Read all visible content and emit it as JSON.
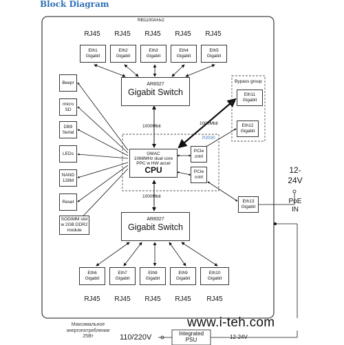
{
  "title": "Block Diagram",
  "board": "RB1100AHx2",
  "top_ports": [
    {
      "connector": "RJ45",
      "name": "Eth1",
      "speed": "Gigabit"
    },
    {
      "connector": "RJ45",
      "name": "Eth2",
      "speed": "Gigabit"
    },
    {
      "connector": "RJ45",
      "name": "Eth3",
      "speed": "Gigabit"
    },
    {
      "connector": "RJ45",
      "name": "Eth4",
      "speed": "Gigabit"
    },
    {
      "connector": "RJ45",
      "name": "Eth5",
      "speed": "Gigabit"
    }
  ],
  "bottom_ports": [
    {
      "connector": "RJ45",
      "name": "Eth6",
      "speed": "Gigabit"
    },
    {
      "connector": "RJ45",
      "name": "Eth7",
      "speed": "Gigabit"
    },
    {
      "connector": "RJ45",
      "name": "Eth8",
      "speed": "Gigabit"
    },
    {
      "connector": "RJ45",
      "name": "Eth9",
      "speed": "Gigabit"
    },
    {
      "connector": "RJ45",
      "name": "Eth10",
      "speed": "Gigabit"
    }
  ],
  "top_switch": {
    "chip": "AR8327",
    "name": "Gigabit Switch"
  },
  "bottom_switch": {
    "chip": "AR8327",
    "name": "Gigabit Switch"
  },
  "links": {
    "top_to_cpu": "1000Mbit",
    "cpu_to_bottom": "1000Mbit",
    "cpu_to_eth11": "1000Mbit"
  },
  "cpu_group": "P2020",
  "cpu": {
    "line1": "GMAC",
    "line2": "1066MHz dual core",
    "line3": "PPC w HW accel",
    "name": "CPU"
  },
  "pcie": [
    {
      "line1": "PCIe",
      "line2": "cntrl"
    },
    {
      "line1": "PCIe",
      "line2": "cntrl"
    }
  ],
  "bypass": {
    "label": "Bypass group",
    "eth11": {
      "name": "Eth11",
      "speed": "Gigabit"
    },
    "eth12": {
      "name": "Eth12",
      "speed": "Gigabit"
    }
  },
  "eth13": {
    "name": "Eth13",
    "speed": "Gigabit"
  },
  "peripherals": [
    {
      "line1": "Beepr",
      "line2": "",
      "line3": ""
    },
    {
      "line1": "micro",
      "line2": "SD",
      "line3": ""
    },
    {
      "line1": "DB9",
      "line2": "Serial",
      "line3": ""
    },
    {
      "line1": "LEDs",
      "line2": "",
      "line3": ""
    },
    {
      "line1": "NAND",
      "line2": "128M",
      "line3": ""
    },
    {
      "line1": "Reset",
      "line2": "",
      "line3": ""
    },
    {
      "line1": "SODIMM slot",
      "line2": "w 2GB DDR2",
      "line3": "module"
    }
  ],
  "power": {
    "voltage_line1": "12-",
    "voltage_line2": "24V",
    "poe_line1": "PoE",
    "poe_line2": "IN",
    "ac_input": "110/220V",
    "psu_line1": "Integrated",
    "psu_line2": "PSU",
    "psu_output": "12-24V"
  },
  "max_power": {
    "line1": "Максимальное",
    "line2": "энергопотребление",
    "line3": "25Вт"
  },
  "watermark": "www.i-teh.com"
}
